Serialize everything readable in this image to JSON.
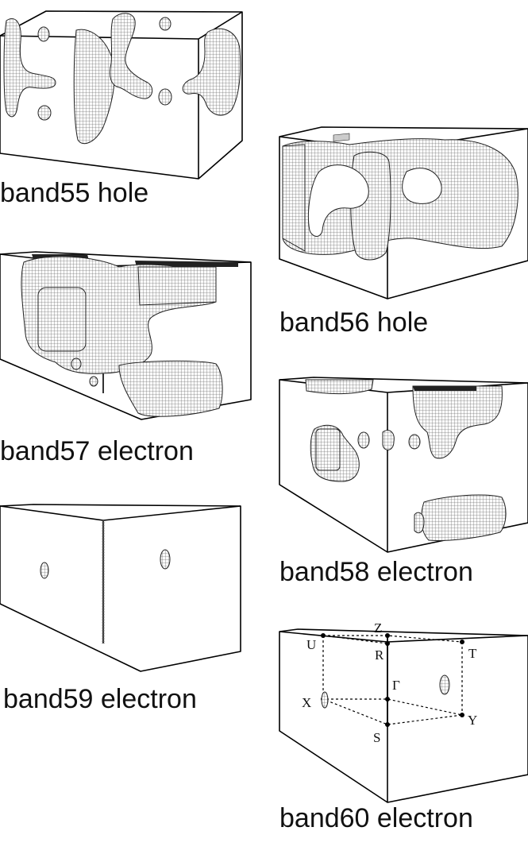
{
  "panels": [
    {
      "id": "band55",
      "caption": "band55 hole"
    },
    {
      "id": "band56",
      "caption": "band56 hole"
    },
    {
      "id": "band57",
      "caption": "band57 electron"
    },
    {
      "id": "band58",
      "caption": "band58 electron"
    },
    {
      "id": "band59",
      "caption": "band59 electron"
    },
    {
      "id": "band60",
      "caption": "band60 electron"
    }
  ],
  "kpoints": {
    "Z": "Z",
    "U": "U",
    "T": "T",
    "R": "R",
    "Gamma": "Γ",
    "X": "X",
    "Y": "Y",
    "S": "S"
  }
}
